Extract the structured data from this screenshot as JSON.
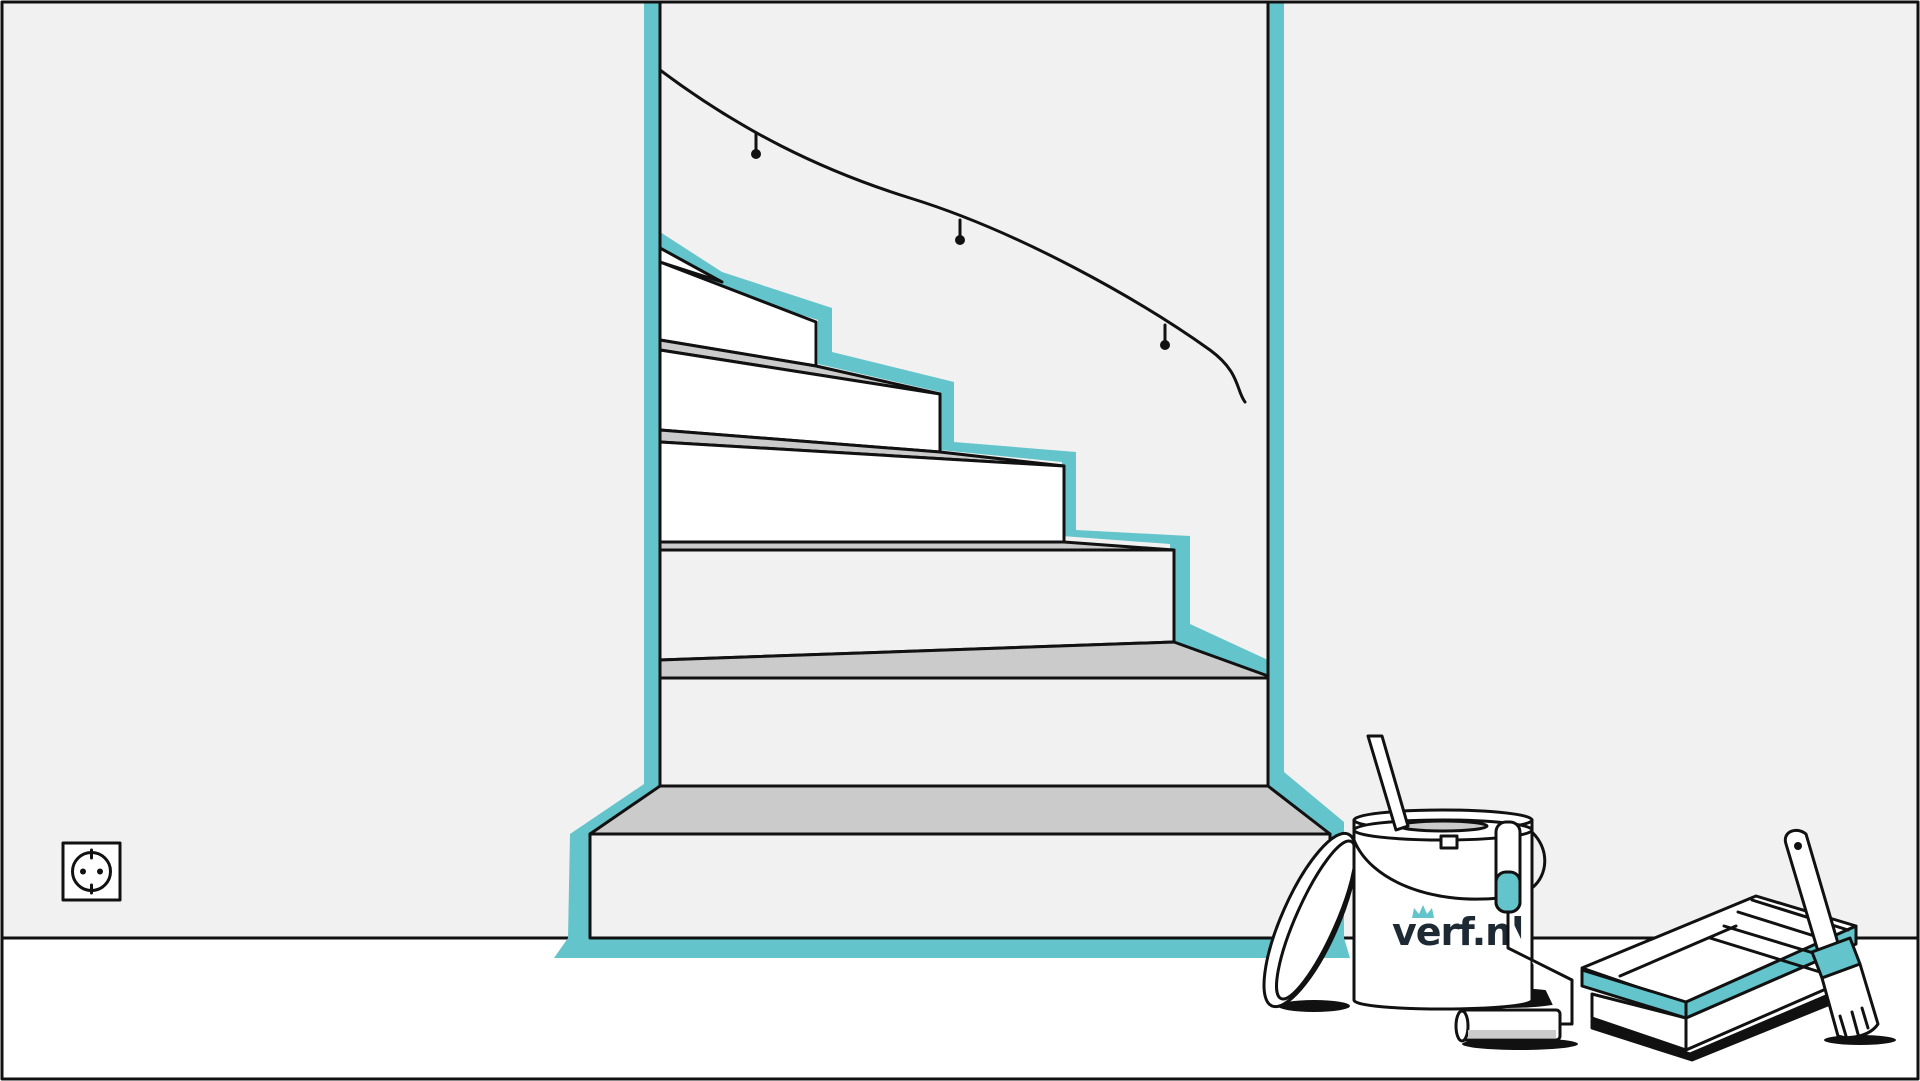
{
  "illustration": {
    "subject": "stair-painting-scene",
    "colors": {
      "wall": "#f1f1f1",
      "floor": "#ffffff",
      "accent_tape": "#63c4cc",
      "tread_shadow": "#cbcbcb",
      "outline": "#111111"
    },
    "brand": {
      "name_part1": "verf",
      "name_part2": ".nl",
      "crown_icon": "crown-icon",
      "name_color": "#1e2a33",
      "accent_color": "#63c4cc"
    }
  }
}
